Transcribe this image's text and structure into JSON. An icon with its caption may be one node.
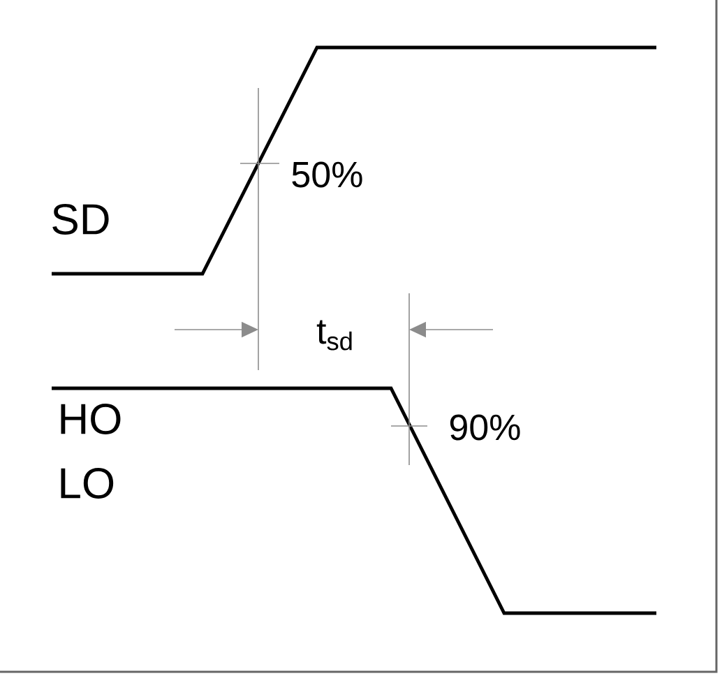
{
  "diagram": {
    "labels": [
      "50%",
      "SD",
      "t$_{sd}$",
      "HO",
      "90%",
      "LO"
    ]
  }
}
